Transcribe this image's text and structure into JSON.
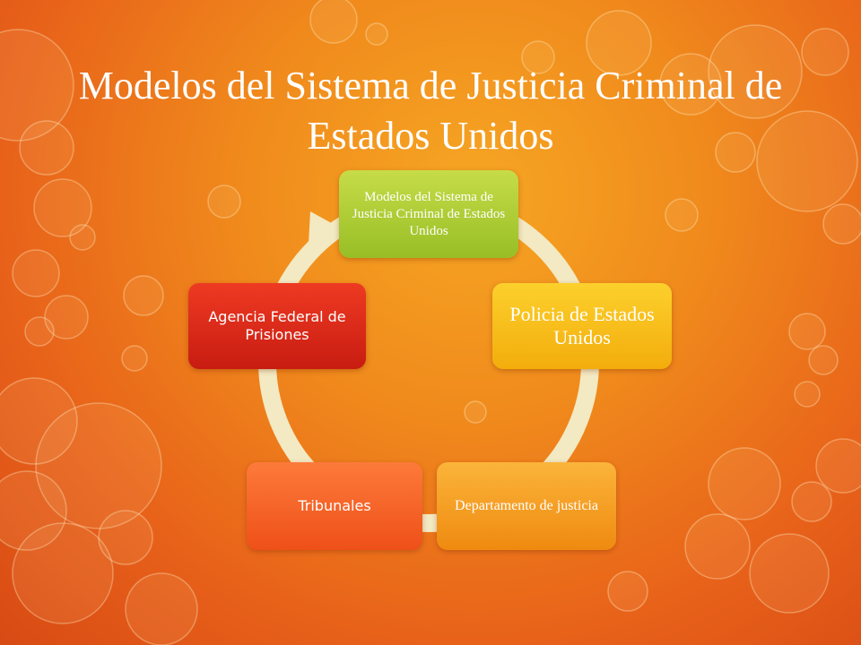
{
  "slide": {
    "title": "Modelos del Sistema de Justicia Criminal de Estados Unidos"
  },
  "cycle": {
    "ring_color": "#f3e9c2",
    "nodes": [
      {
        "id": "n1",
        "label": "Modelos del Sistema de Justicia Criminal de Estados Unidos",
        "color": "#aacb30"
      },
      {
        "id": "n2",
        "label": "Policia de Estados Unidos",
        "color": "#f7be1a"
      },
      {
        "id": "n3",
        "label": "Departamento de justicia",
        "color": "#f59e22"
      },
      {
        "id": "n4",
        "label": "Tribunales",
        "color": "#f56428"
      },
      {
        "id": "n5",
        "label": "Agencia Federal de Prisiones",
        "color": "#dc2a18"
      }
    ]
  },
  "colors": {
    "background_center": "#f6a623",
    "background_edge": "#d84a14",
    "title_text": "#ffffff"
  }
}
